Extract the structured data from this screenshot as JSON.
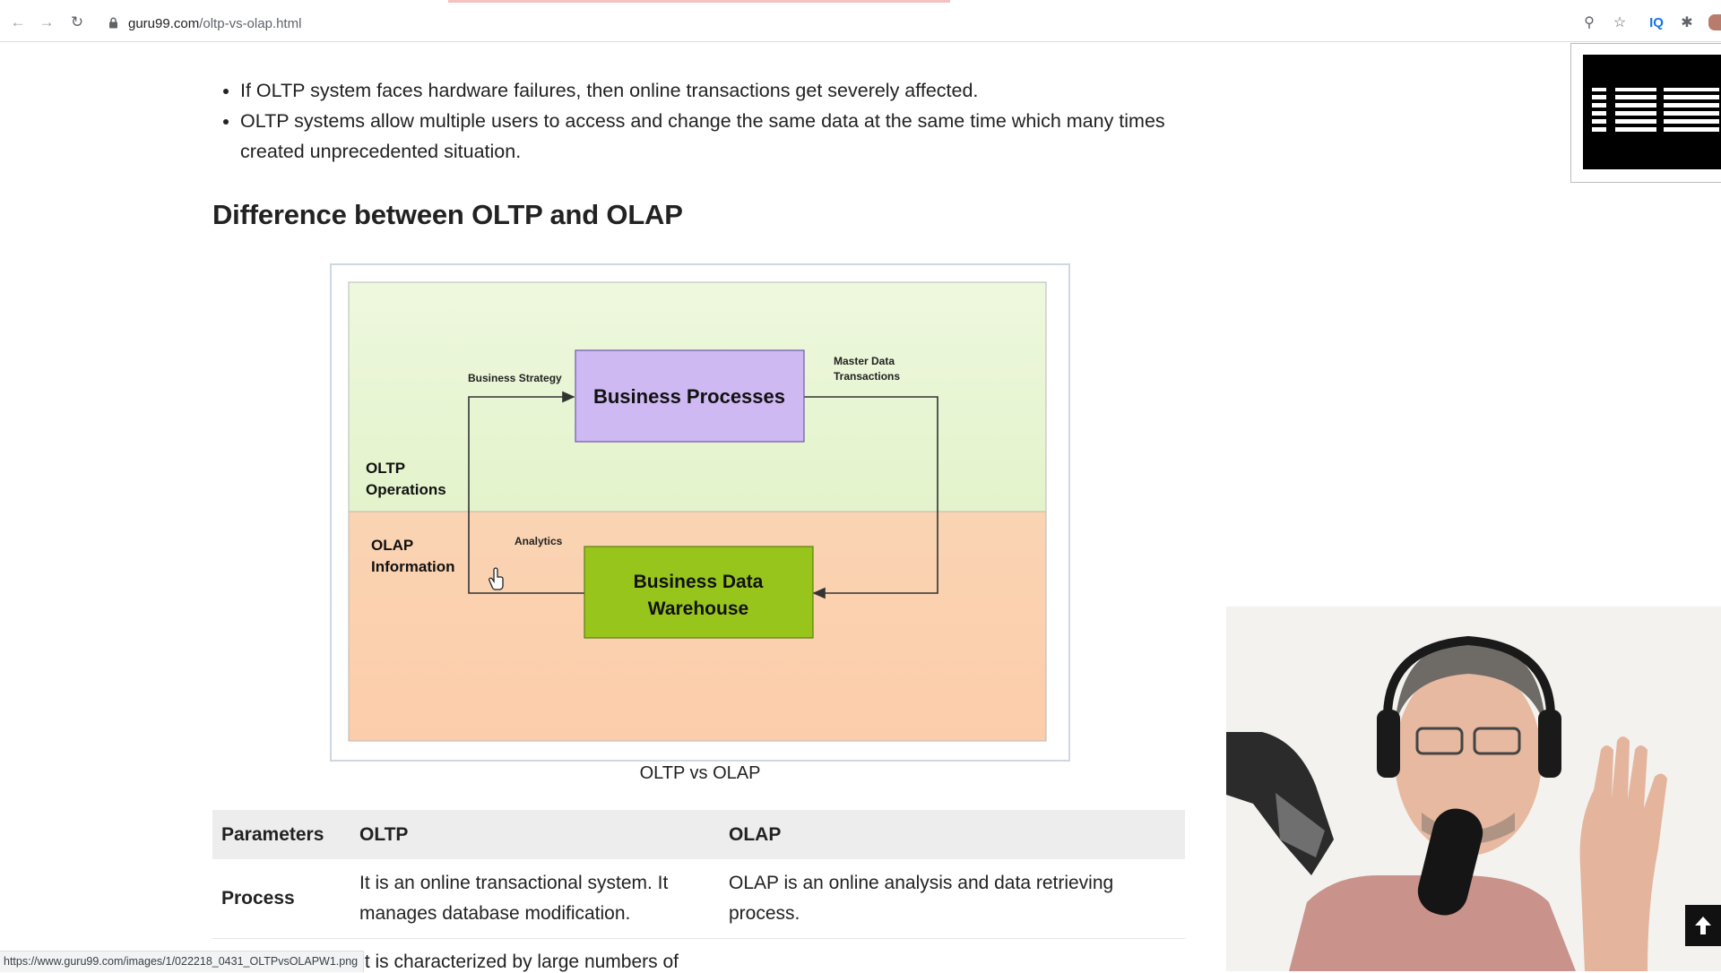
{
  "browser": {
    "url_host": "guru99.com",
    "url_path": "/oltp-vs-olap.html",
    "extension_label": "IQ"
  },
  "article": {
    "bullets": [
      "If OLTP system faces hardware failures, then online transactions get severely affected.",
      "OLTP systems allow multiple users to access and change the same data at the same time which many times created unprecedented situation."
    ],
    "heading": "Difference between OLTP and OLAP",
    "figure": {
      "business_processes": "Business Processes",
      "business_strategy": "Business Strategy",
      "master_data": "Master Data",
      "transactions": "Transactions",
      "oltp_line1": "OLTP",
      "oltp_line2": "Operations",
      "olap_line1": "OLAP",
      "olap_line2": "Information",
      "analytics": "Analytics",
      "warehouse_line1": "Business Data",
      "warehouse_line2": "Warehouse"
    },
    "caption": "OLTP vs OLAP",
    "table": {
      "headers": [
        "Parameters",
        "OLTP",
        "OLAP"
      ],
      "rows": [
        [
          "Process",
          "It is an online transactional system. It manages database modification.",
          "OLAP is an online analysis and data retrieving process."
        ]
      ],
      "partial_next_row": "It is characterized by large numbers of"
    }
  },
  "ad": {
    "brand": "IBM"
  },
  "status_bar": {
    "link_url": "https://www.guru99.com/images/1/022218_0431_OLTPvsOLAPW1.png"
  },
  "colors": {
    "oltp_band": "#e8f5d4",
    "olap_band": "#fbd5b5",
    "business_processes_box": "#cdb7f0",
    "warehouse_box": "#95c41b"
  }
}
